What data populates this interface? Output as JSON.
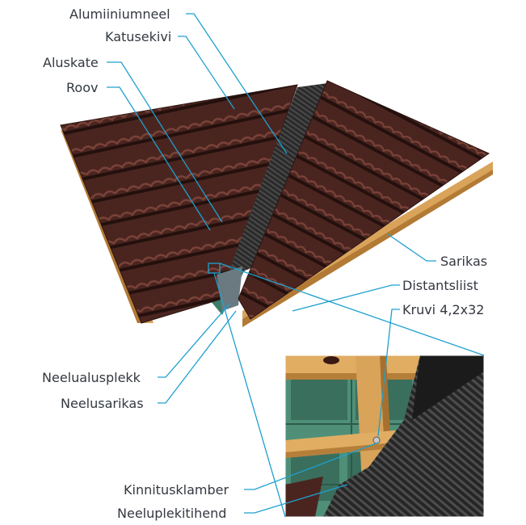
{
  "labels": {
    "alumiiniumneel": "Alumiiniumneel",
    "katusekivi": "Katusekivi",
    "aluskate": "Aluskate",
    "roov": "Roov",
    "sarikas": "Sarikas",
    "distantsliist": "Distantsliist",
    "kruvi": "Kruvi 4,2x32",
    "neelualusplekk": "Neelualusplekk",
    "neelusarikas": "Neelusarikas",
    "kinnitusklamber": "Kinnitusklamber",
    "neeluplekitihend": "Neeluplekitihend"
  },
  "colors": {
    "leader": "#1ea0cf",
    "label_text": "#333840",
    "tile": "#4a2520",
    "tile_dark": "#2c1411",
    "timber": "#d9a35a",
    "membrane": "#3e7d6a",
    "valley_flashing": "#2d2d2d"
  }
}
